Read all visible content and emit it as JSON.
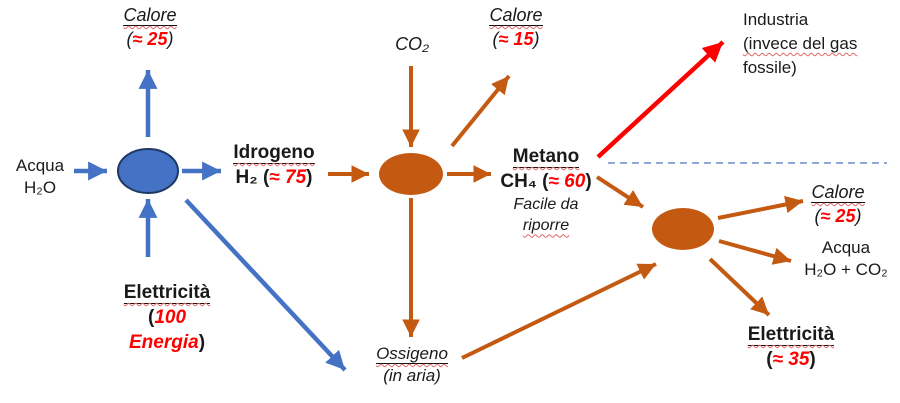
{
  "colors": {
    "blue": "#4472C4",
    "blue_dark": "#1F3864",
    "orange": "#C45911",
    "red": "#FF0000",
    "dashed_line": "#8EA9DB",
    "squiggle": "#E06666"
  },
  "diagram": {
    "calore_left": {
      "title": "Calore",
      "open": "(",
      "value": "≈ 25",
      "close": ")"
    },
    "acqua_in": {
      "line1": "Acqua",
      "line2": "H₂O"
    },
    "elettricita_in": {
      "title": "Elettricità",
      "open": "(",
      "value": "100 Energia",
      "close": ")"
    },
    "idrogeno": {
      "title": "Idrogeno",
      "formula_open": "H₂ (",
      "value": "≈ 75",
      "close": ")"
    },
    "co2": {
      "text": "CO₂"
    },
    "calore_mid": {
      "title": "Calore",
      "open": "(",
      "value": "≈ 15",
      "close": ")"
    },
    "metano": {
      "title": "Metano",
      "formula_open": "CH₄ (",
      "value": "≈ 60",
      "close": ")",
      "note_line1": "Facile da",
      "note_line2": "riporre"
    },
    "industria": {
      "line1": "Industria",
      "line2": "(invece del gas",
      "line3": "fossile)"
    },
    "ossigeno": {
      "title": "Ossigeno",
      "note": "(in aria)"
    },
    "calore_right": {
      "title": "Calore",
      "open": "(",
      "value": "≈ 25",
      "close": ")"
    },
    "acqua_out": {
      "line1": "Acqua",
      "line2": "H₂O + CO₂"
    },
    "elettricita_out": {
      "title": "Elettricità",
      "open": "(",
      "value": "≈ 35",
      "close": ")"
    }
  }
}
